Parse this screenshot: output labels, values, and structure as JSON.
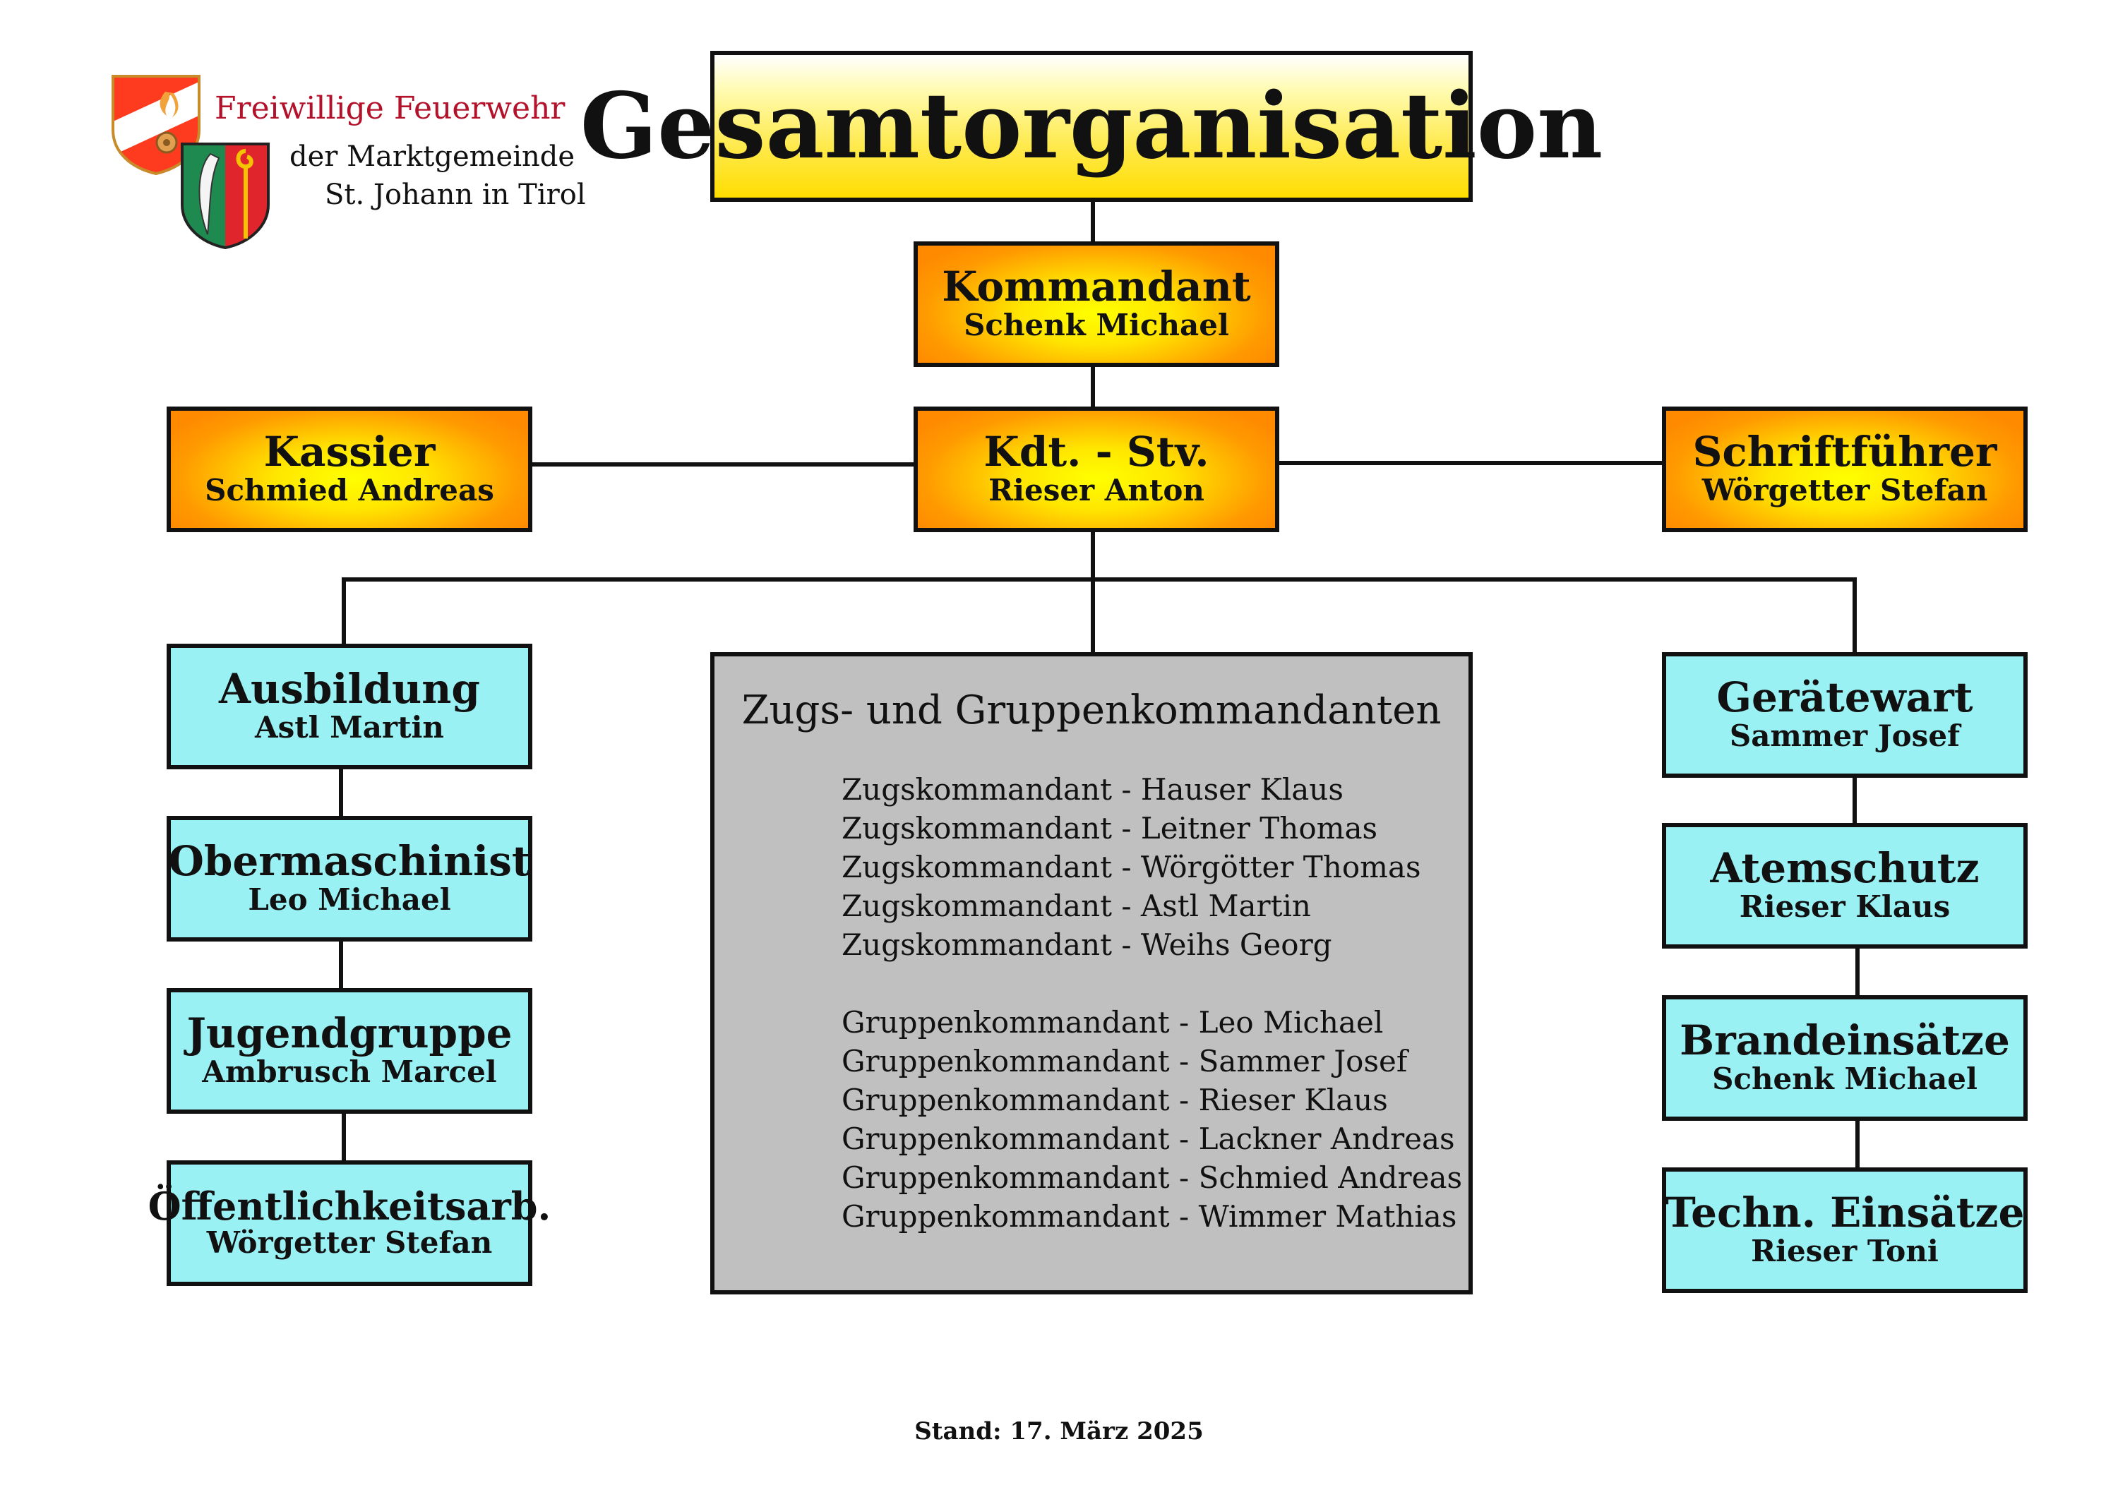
{
  "header": {
    "org_name": "Freiwillige Feuerwehr",
    "org_line2": "der Marktgemeinde",
    "org_line3": "St. Johann in Tirol",
    "logo_icons": [
      "fire-brigade-shield-icon",
      "municipal-coat-of-arms-icon"
    ]
  },
  "title": "Gesamtorganisation",
  "colors": {
    "title_fill": "#ffe94a",
    "command_fill": "#ffa500",
    "department_fill": "#9af1f4",
    "leaders_fill": "#c0c0c0",
    "brand_red": "#b3122a",
    "connector": "#111111"
  },
  "command": {
    "kommandant": {
      "title": "Kommandant",
      "name": "Schenk Michael"
    },
    "stellvertreter": {
      "title": "Kdt. - Stv.",
      "name": "Rieser Anton"
    },
    "kassier": {
      "title": "Kassier",
      "name": "Schmied Andreas"
    },
    "schriftfuehrer": {
      "title": "Schriftführer",
      "name": "Wörgetter Stefan"
    }
  },
  "left_column": [
    {
      "title": "Ausbildung",
      "name": "Astl Martin"
    },
    {
      "title": "Obermaschinist",
      "name": "Leo Michael"
    },
    {
      "title": "Jugendgruppe",
      "name": "Ambrusch Marcel"
    },
    {
      "title": "Öffentlichkeitsarb.",
      "name": "Wörgetter Stefan"
    }
  ],
  "right_column": [
    {
      "title": "Gerätewart",
      "name": "Sammer Josef"
    },
    {
      "title": "Atemschutz",
      "name": "Rieser Klaus"
    },
    {
      "title": "Brandeinsätze",
      "name": "Schenk Michael"
    },
    {
      "title": "Techn. Einsätze",
      "name": "Rieser Toni"
    }
  ],
  "leaders": {
    "heading": "Zugs- und Gruppenkommandanten",
    "zugskommandanten": [
      "Zugskommandant - Hauser Klaus",
      "Zugskommandant - Leitner Thomas",
      "Zugskommandant - Wörgötter Thomas",
      "Zugskommandant - Astl Martin",
      "Zugskommandant - Weihs Georg"
    ],
    "gruppenkommandanten": [
      "Gruppenkommandant - Leo Michael",
      "Gruppenkommandant - Sammer Josef",
      "Gruppenkommandant - Rieser Klaus",
      "Gruppenkommandant - Lackner Andreas",
      "Gruppenkommandant - Schmied Andreas",
      "Gruppenkommandant - Wimmer Mathias"
    ]
  },
  "footer": {
    "stand": "Stand: 17. März 2025"
  }
}
